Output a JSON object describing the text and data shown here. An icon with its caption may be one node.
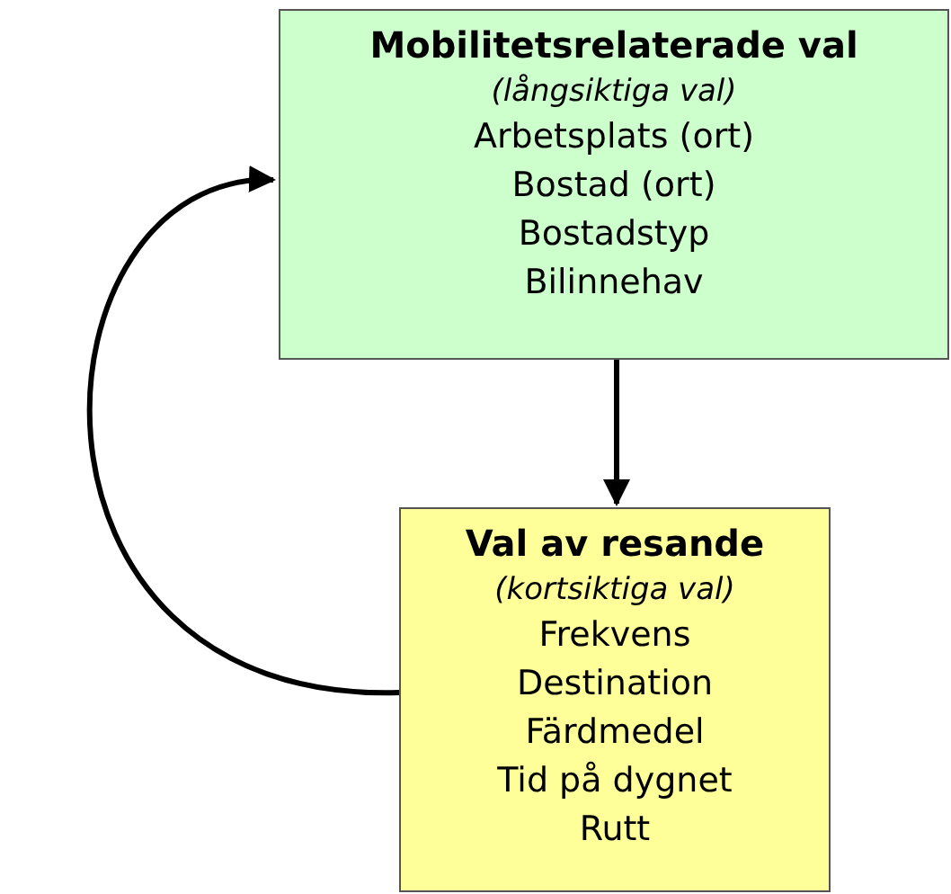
{
  "diagram": {
    "nodes": [
      {
        "text": [
          "Mobilitetsrelaterade val",
          "(långsiktiga val)",
          "Arbetsplats (ort)",
          "Bostad (ort)",
          "Bostadstyp",
          "Bilinnehav"
        ]
      },
      {
        "text": [
          "Val av resande",
          "(kortsiktiga val)",
          "Frekvens",
          "Destination",
          "Färdmedel",
          "Tid på dygnet",
          "Rutt"
        ]
      }
    ],
    "edges": [
      {
        "from": 0,
        "to": 1,
        "arrow": "to"
      },
      {
        "from": 1,
        "to": 0,
        "arrow": "to"
      }
    ]
  }
}
